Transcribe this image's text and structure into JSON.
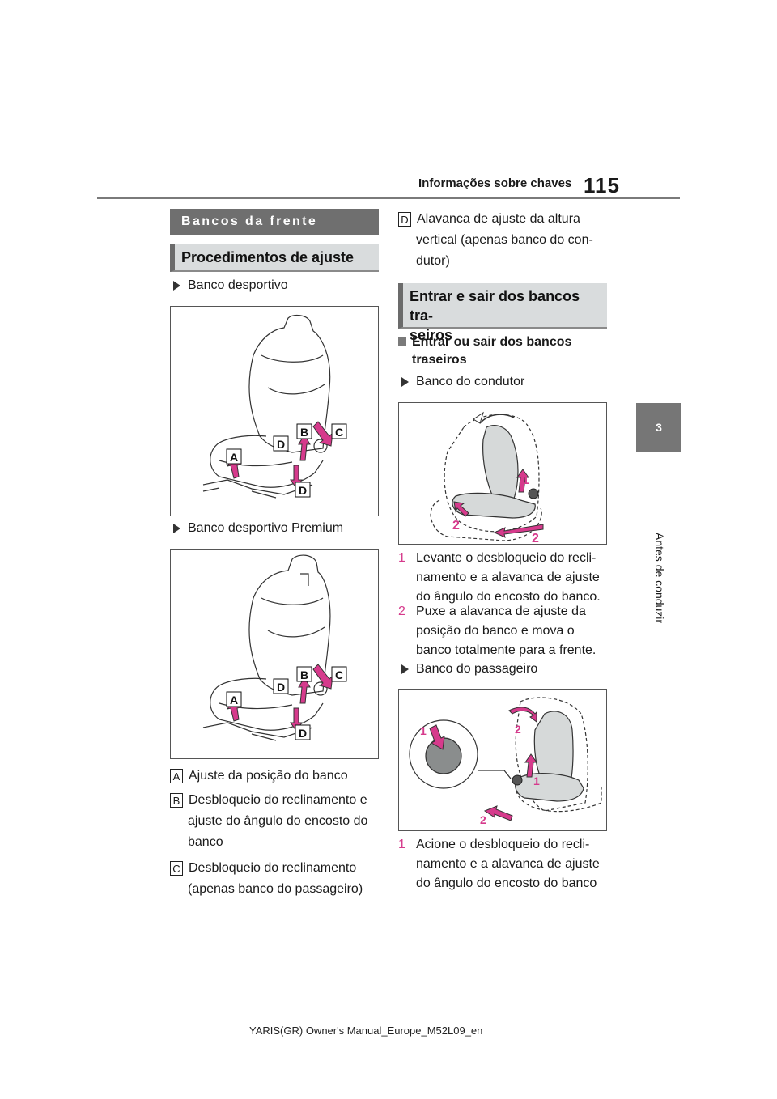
{
  "header": {
    "title": "Informações sobre chaves",
    "page": "115"
  },
  "side_tab": {
    "number": "3",
    "label": "Antes de conduzir"
  },
  "left": {
    "section_title": "Bancos da frente",
    "subsection_title": "Procedimentos de ajuste",
    "item1": "Banco desportivo",
    "item2": "Banco desportivo Premium",
    "fig_labels": [
      "A",
      "B",
      "C",
      "D",
      "D"
    ],
    "legend": {
      "a_badge": "A",
      "a_text": "Ajuste da posição do banco",
      "b_badge": "B",
      "b_line1": "Desbloqueio do reclinamento e",
      "b_line2": "ajuste do ângulo do encosto do",
      "b_line3": "banco",
      "c_badge": "C",
      "c_line1": "Desbloqueio do reclinamento",
      "c_line2": "(apenas banco do passageiro)"
    }
  },
  "right": {
    "d_badge": "D",
    "d_line1": "Alavanca de ajuste da altura",
    "d_line2": "vertical (apenas banco do con-",
    "d_line3": "dutor)",
    "subsection_line1": "Entrar e sair dos bancos tra-",
    "subsection_line2": "seiros",
    "heading_line1": "Entrar ou sair dos bancos",
    "heading_line2": "traseiros",
    "item_driver": "Banco do condutor",
    "driver_fig_labels": [
      "1",
      "2",
      "2"
    ],
    "driver_steps": [
      {
        "n": "1",
        "l1": "Levante o desbloqueio do recli-",
        "l2": "namento e a alavanca de ajuste",
        "l3": "do ângulo do encosto do banco."
      },
      {
        "n": "2",
        "l1": "Puxe a alavanca de ajuste da",
        "l2": "posição do banco e mova o",
        "l3": "banco totalmente para a frente."
      }
    ],
    "item_passenger": "Banco do passageiro",
    "passenger_fig_labels": [
      "1",
      "2",
      "1",
      "2"
    ],
    "passenger_step": {
      "n": "1",
      "l1": "Acione o desbloqueio do recli-",
      "l2": "namento e a alavanca de ajuste",
      "l3": "do ângulo do encosto do banco"
    }
  },
  "footer": "YARIS(GR) Owner's Manual_Europe_M52L09_en",
  "colors": {
    "accent_pink": "#d63a8c",
    "gray_band": "#6f6f6f",
    "light_band": "#d9dcdd"
  }
}
